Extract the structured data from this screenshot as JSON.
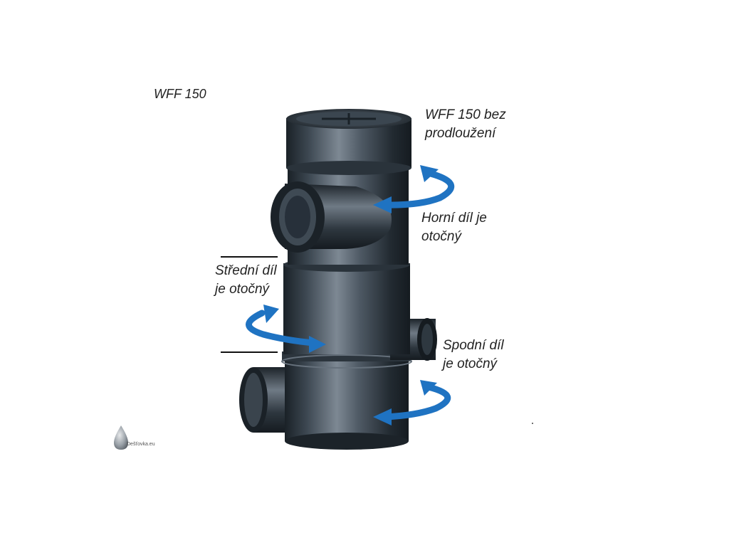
{
  "labels": {
    "title": "WFF 150",
    "top": [
      "WFF 150 bez",
      "prodloužení"
    ],
    "upper": [
      "Horní díl je",
      "otočný"
    ],
    "middle": [
      "Střední díl",
      "je otočný"
    ],
    "lower": [
      "Spodní díl",
      "je otočný"
    ]
  },
  "logo": {
    "text": "Dešťovka.eu"
  },
  "colors": {
    "arrow": "#1f73c2",
    "body_dark": "#1c2329",
    "body_mid": "#4b5661",
    "body_light": "#8c97a2",
    "text": "#222222"
  },
  "icons": [
    "rotation-arrow-icon",
    "water-drop-icon"
  ]
}
